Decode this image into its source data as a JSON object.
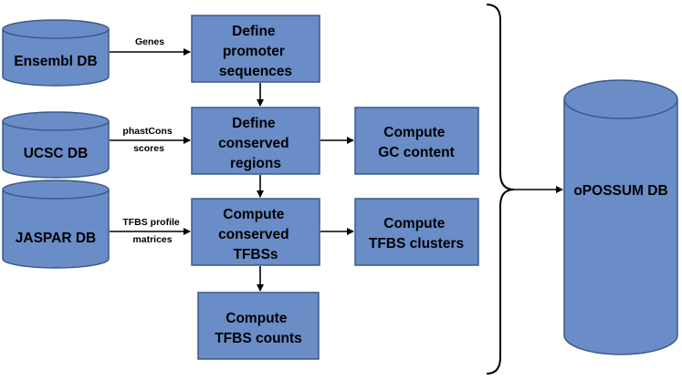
{
  "colors": {
    "fill": "#6a8cc7",
    "stroke": "#3a5a8a",
    "arrow": "#000000"
  },
  "databases": {
    "ensembl": "Ensembl DB",
    "ucsc": "UCSC DB",
    "jaspar": "JASPAR DB",
    "opossum": "oPOSSUM DB"
  },
  "edge_labels": {
    "genes": [
      "Genes"
    ],
    "phastcons": [
      "phastCons",
      "scores"
    ],
    "tfbs_profile": [
      "TFBS profile",
      "matrices"
    ]
  },
  "processes": {
    "define_promoter": [
      "Define",
      "promoter",
      "sequences"
    ],
    "define_conserved": [
      "Define",
      "conserved",
      "regions"
    ],
    "compute_conserved_tfbs": [
      "Compute",
      "conserved",
      "TFBSs"
    ],
    "compute_tfbs_counts": [
      "Compute",
      "TFBS counts"
    ],
    "compute_gc": [
      "Compute",
      "GC content"
    ],
    "compute_tfbs_clusters": [
      "Compute",
      "TFBS clusters"
    ]
  }
}
